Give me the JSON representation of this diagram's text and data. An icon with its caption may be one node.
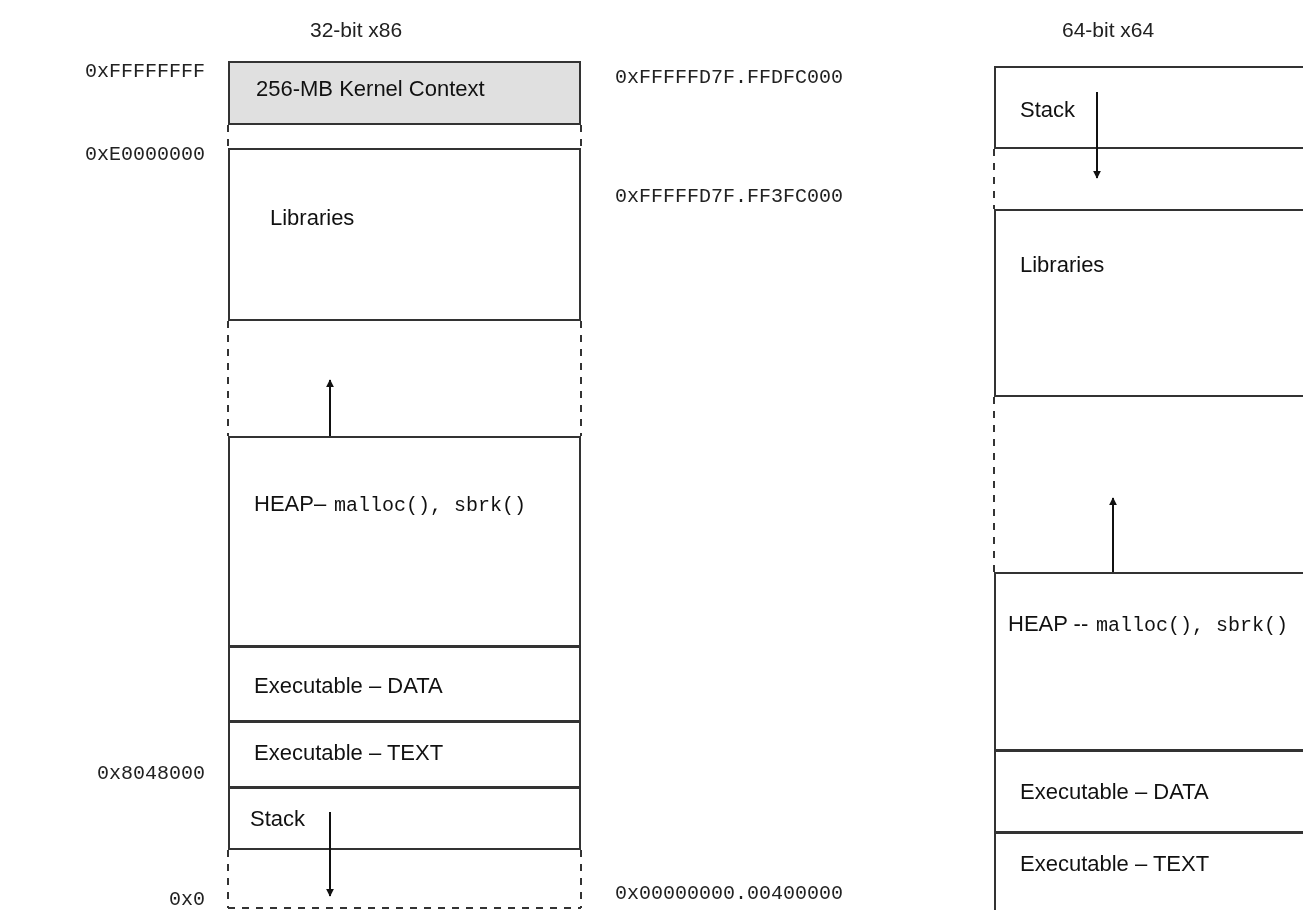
{
  "diagram": {
    "nodes": [
      {
        "text": [
          "256-MB Kernel Context"
        ]
      },
      {
        "text": [
          "Libraries"
        ]
      },
      {
        "text": [
          "HEAP–",
          "malloc(), sbrk()"
        ]
      },
      {
        "text": [
          "Executable – DATA"
        ]
      },
      {
        "text": [
          "Executable – TEXT"
        ]
      },
      {
        "text": [
          "Stack"
        ]
      },
      {
        "text": [
          "Stack"
        ]
      },
      {
        "text": [
          "Libraries"
        ]
      },
      {
        "text": [
          "HEAP --",
          "malloc(), sbrk()"
        ]
      },
      {
        "text": [
          "Executable – DATA"
        ]
      },
      {
        "text": [
          "Executable – TEXT"
        ]
      }
    ],
    "edges": [
      {
        "from": 2,
        "to": null,
        "arrow": "to"
      },
      {
        "from": 5,
        "to": null,
        "arrow": "to"
      },
      {
        "from": 6,
        "to": null,
        "arrow": "to"
      },
      {
        "from": 8,
        "to": null,
        "arrow": "to"
      }
    ],
    "labels": [
      "32-bit x86",
      "64-bit x64",
      "0xFFFFFFFF",
      "0xFFFFFD7F.FFDFC000",
      "0xE0000000",
      "0xFFFFFD7F.FF3FC000",
      "0x8048000",
      "0x0",
      "0x00000000.00400000"
    ]
  }
}
